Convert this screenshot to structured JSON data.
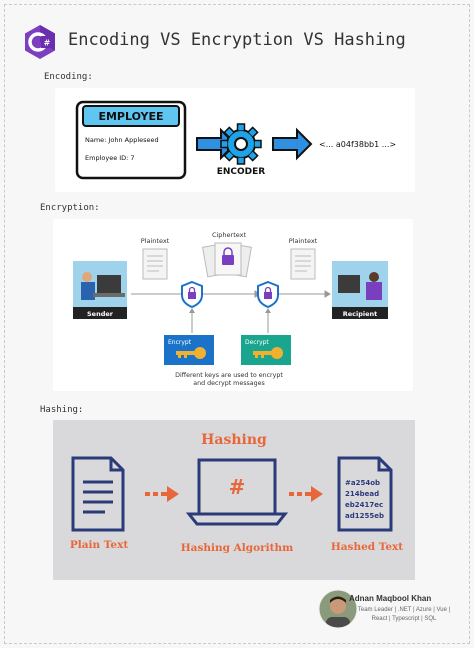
{
  "title": "Encoding VS Encryption VS Hashing",
  "logo": {
    "glyph": "C#",
    "color": "#7c3fbf"
  },
  "sections": {
    "encoding": {
      "label": "Encoding:",
      "badge_title": "EMPLOYEE",
      "name_line": "Name: John Appleseed",
      "id_line": "Employee ID: 7",
      "gear_label": "ENCODER",
      "output": "<... a04f38bb1 ...>"
    },
    "encryption": {
      "label": "Encryption:",
      "plaintext_left": "Plaintext",
      "ciphertext": "Ciphertext",
      "plaintext_right": "Plaintext",
      "sender": "Sender",
      "recipient": "Recipient",
      "encrypt_key": "Encrypt",
      "decrypt_key": "Decrypt",
      "caption_line1": "Different keys are used to encrypt",
      "caption_line2": "and decrypt messages"
    },
    "hashing": {
      "label": "Hashing:",
      "heading": "Hashing",
      "plain_text": "Plain Text",
      "algorithm": "Hashing Algorithm",
      "hashed_text": "Hashed Text",
      "hash_symbol": "#",
      "hash_lines": [
        "#a254ob",
        "214bead",
        "eb2417ec",
        "ad1255eb"
      ]
    }
  },
  "author": {
    "name": "Adnan Maqbool Khan",
    "roles": "Team Leader | .NET | Azure | Vue | React | Typescript | SQL"
  },
  "colors": {
    "accent_blue": "#2f8fe0",
    "navy": "#2b3a7a",
    "hash_orange": "#e8673a",
    "encrypt_key_bg": "#1a73c8",
    "decrypt_key_bg": "#1aa58f"
  }
}
